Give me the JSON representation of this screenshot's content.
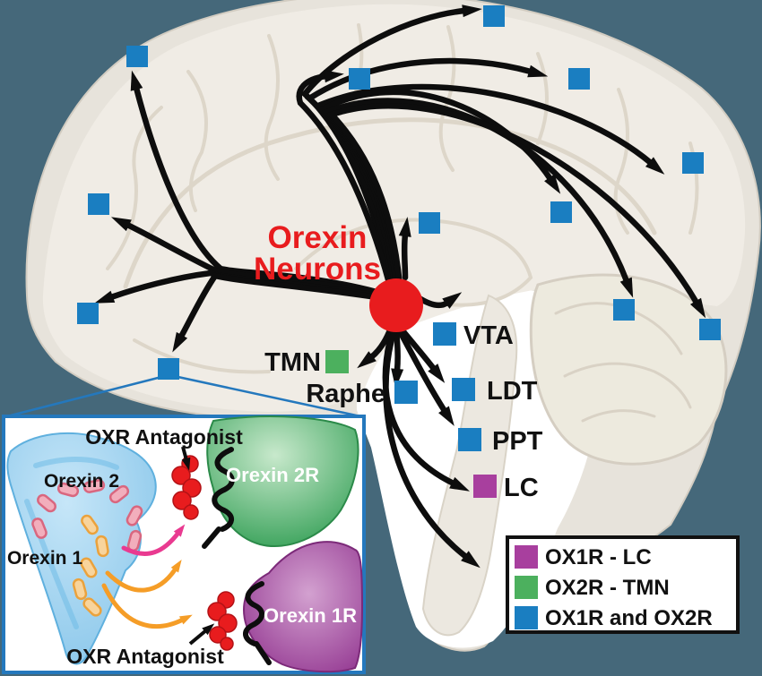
{
  "title": {
    "line1": "Orexin",
    "line2": "Neurons"
  },
  "regions": {
    "vta": "VTA",
    "tmn": "TMN",
    "raphe": "Raphe",
    "ldt": "LDT",
    "ppt": "PPT",
    "lc": "LC"
  },
  "legend": {
    "items": [
      {
        "label": "OX1R - LC",
        "color": "#a83f9e"
      },
      {
        "label": "OX2R - TMN",
        "color": "#4cb05e"
      },
      {
        "label": "OX1R and OX2R",
        "color": "#1a7ec1"
      }
    ]
  },
  "inset": {
    "antagonist_top": "OXR Antagonist",
    "antagonist_bottom": "OXR Antagonist",
    "orexin2": "Orexin 2",
    "orexin1": "Orexin 1",
    "orexin2r": "Orexin 2R",
    "orexin1r": "Orexin 1R"
  },
  "colors": {
    "background_dark": "#45687a",
    "orexin_red": "#e81c1e",
    "receptor_blue": "#1a7ec1",
    "receptor_green": "#4cb05e",
    "receptor_purple": "#a83f9e",
    "inset_border": "#2478bd",
    "pink_arrow": "#e93a90",
    "orange_arrow": "#f59d27",
    "brain_beige": "#f0ece5",
    "brain_pale": "#e7e3db"
  },
  "projection_sites": {
    "ox1r_ox2r": [
      [
        153,
        63
      ],
      [
        401,
        88
      ],
      [
        551,
        18
      ],
      [
        646,
        88
      ],
      [
        773,
        182
      ],
      [
        626,
        237
      ],
      [
        479,
        249
      ],
      [
        110,
        228
      ],
      [
        98,
        350
      ],
      [
        188,
        412
      ],
      [
        696,
        346
      ],
      [
        792,
        368
      ]
    ]
  }
}
